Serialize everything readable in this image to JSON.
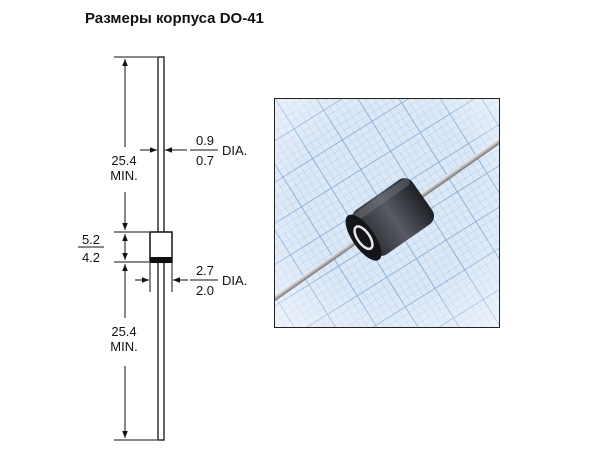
{
  "title": "Размеры корпуса DO-41",
  "dimensions": {
    "lead_length_top": {
      "value": "25.4",
      "qualifier": "MIN."
    },
    "lead_length_bottom": {
      "value": "25.4",
      "qualifier": "MIN."
    },
    "body_length": {
      "max": "5.2",
      "min": "4.2"
    },
    "lead_diameter": {
      "max": "0.9",
      "min": "0.7",
      "unit": "DIA."
    },
    "body_diameter": {
      "max": "2.7",
      "min": "2.0",
      "unit": "DIA."
    }
  },
  "photo": {
    "subject": "diode-photo",
    "marking": "O"
  }
}
